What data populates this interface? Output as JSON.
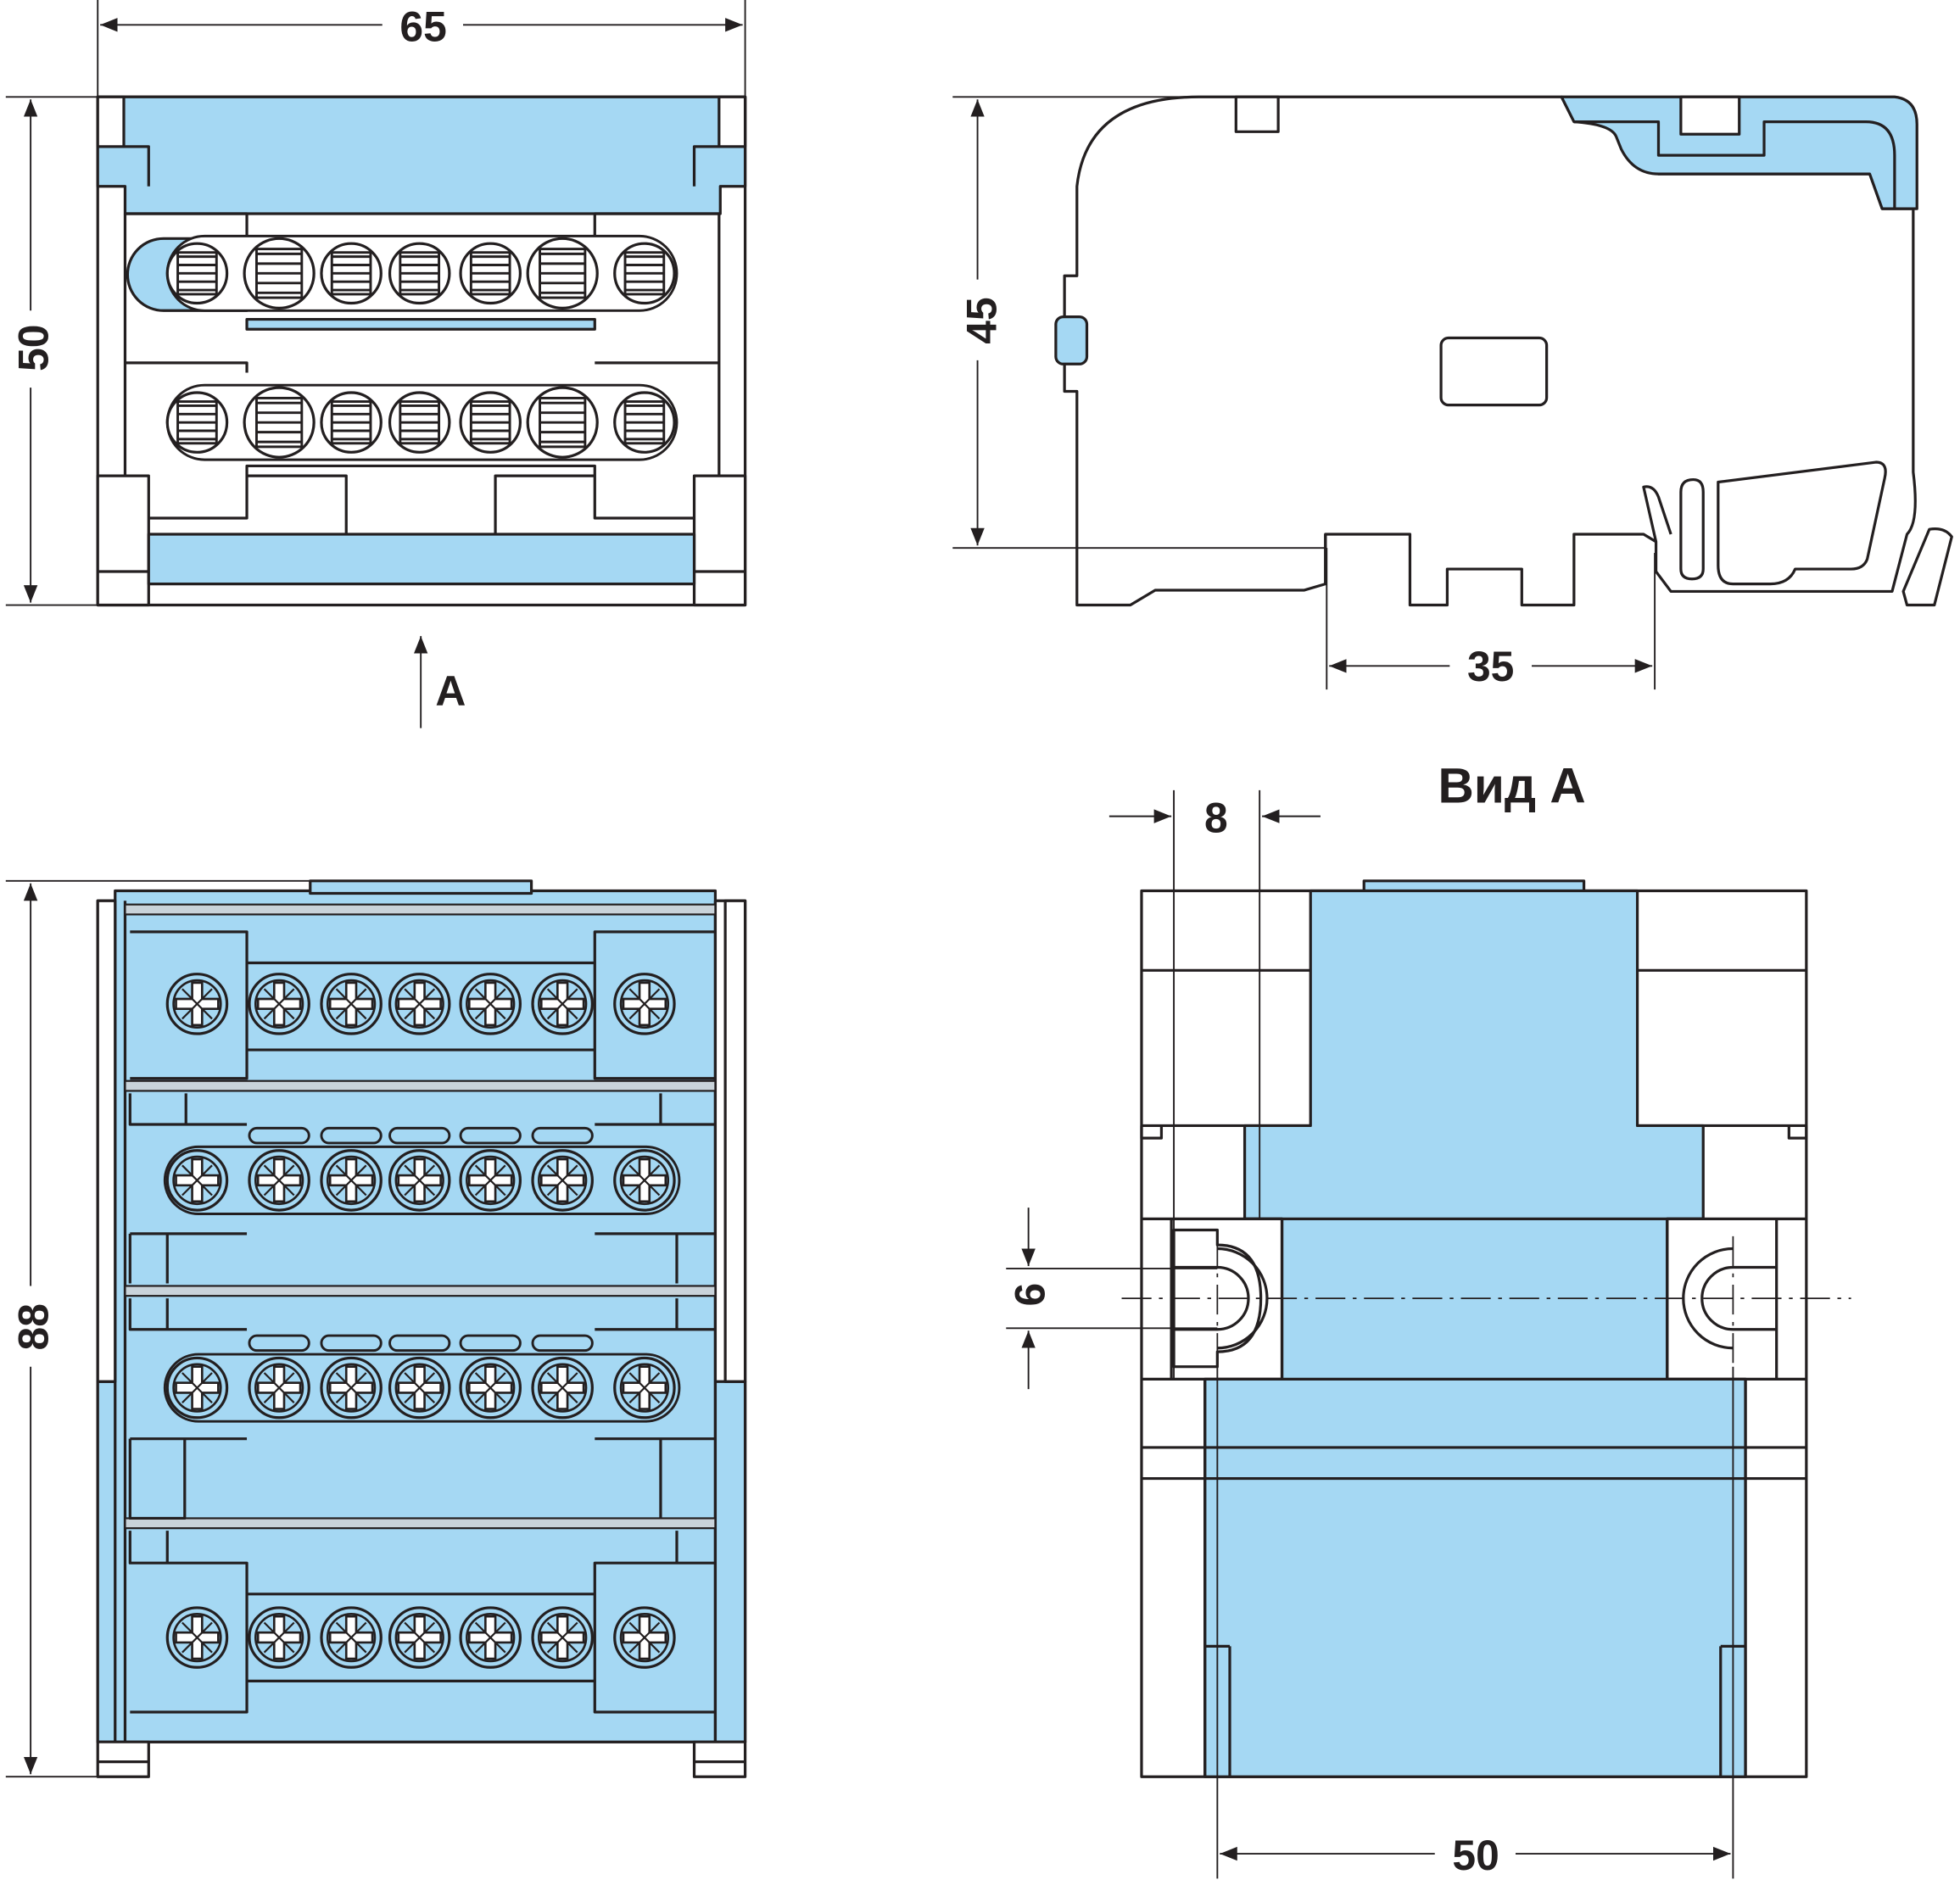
{
  "dimensions": {
    "front_width": "65",
    "front_height": "50",
    "side_height": "45",
    "rail_width": "35",
    "top_height": "88",
    "view_a_offset": "8",
    "view_a_hole": "6",
    "view_a_spacing": "50"
  },
  "labels": {
    "view_arrow": "A",
    "view_a_title": "Вид А"
  },
  "colors": {
    "body_blue": "#a5d8f3",
    "line": "#231f20"
  },
  "terminals": {
    "per_row": 7,
    "front_rows": 2,
    "top_rows": 4
  }
}
